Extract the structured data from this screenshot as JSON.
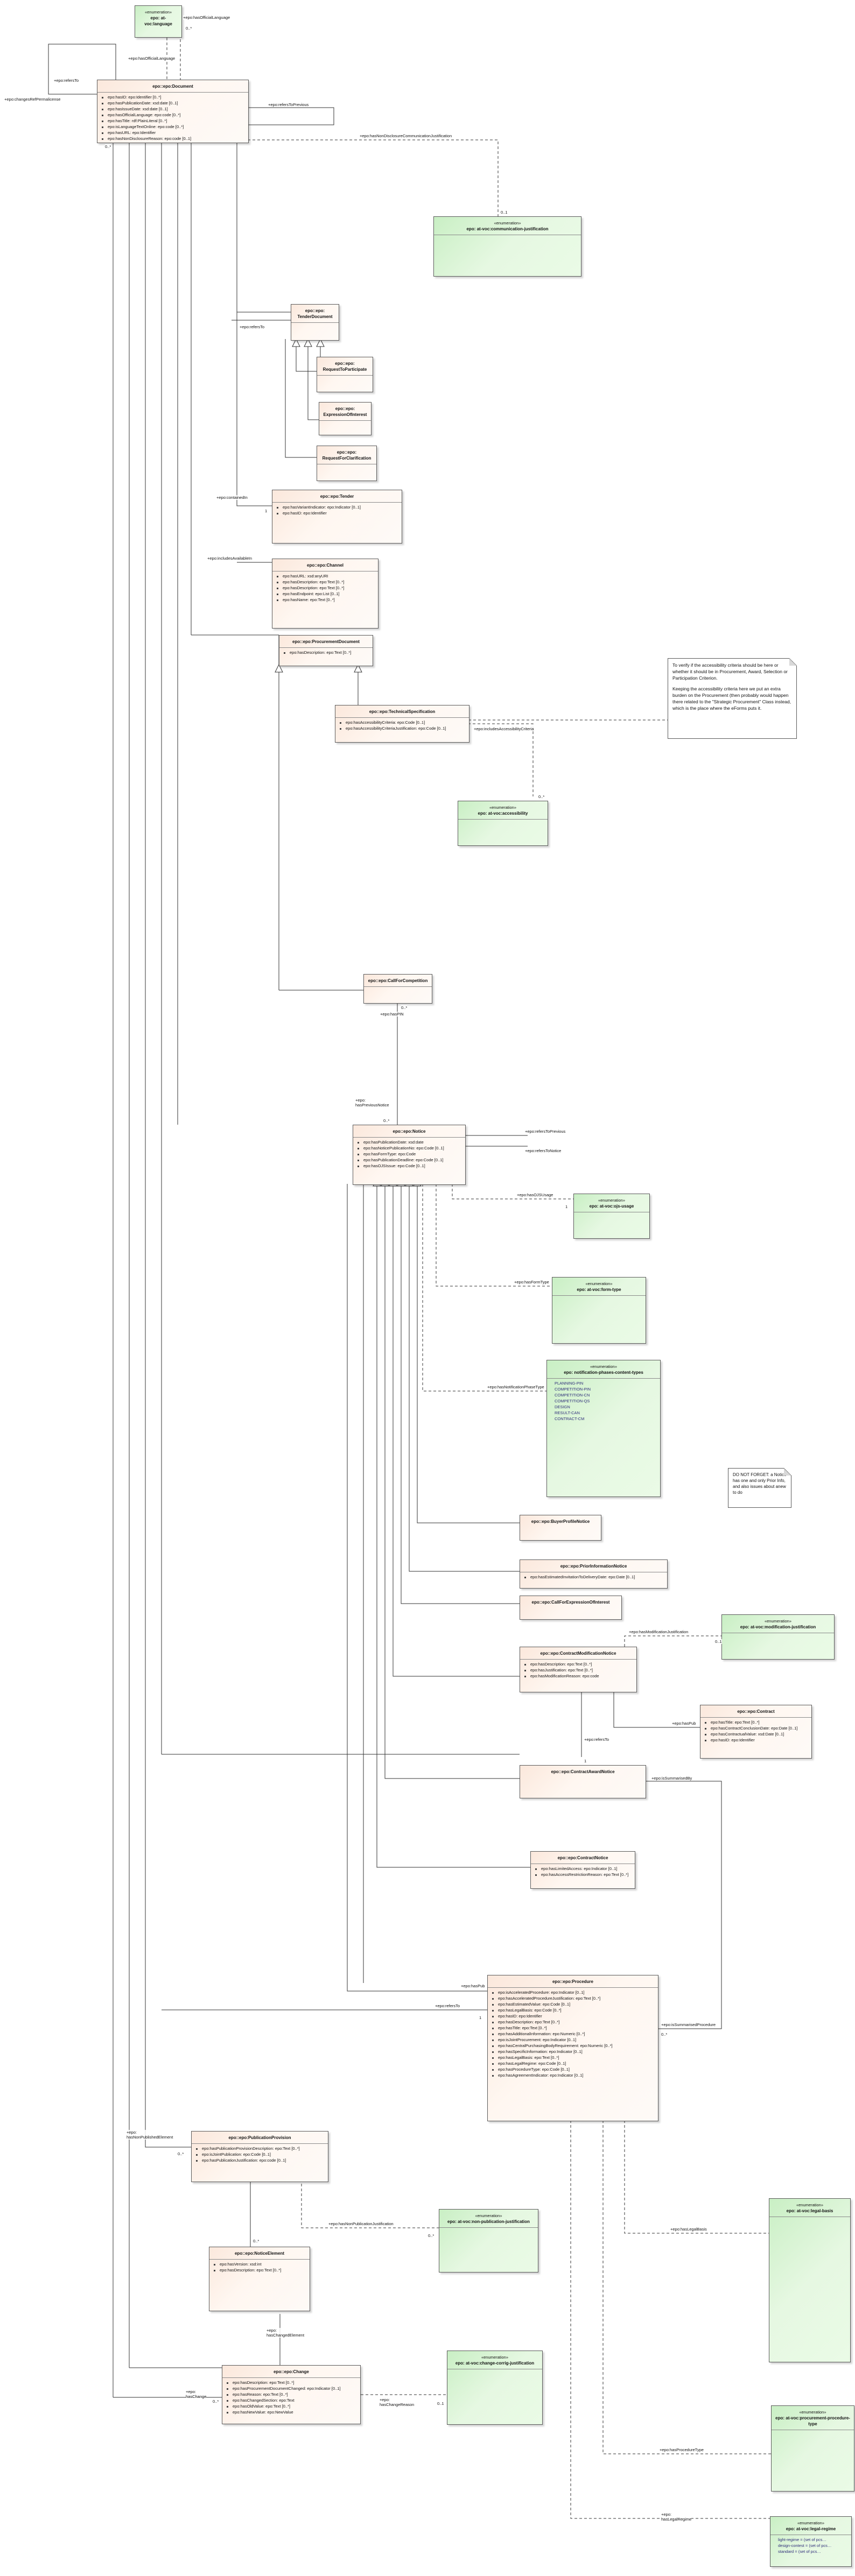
{
  "classes": {
    "language": {
      "stereotype": "«enumeration»",
      "name": "epo: at-voc:language"
    },
    "document": {
      "name": "epo::epo:Document",
      "attributes": [
        "epo:hasID: epo:Identifier [0..*]",
        "epo:hasPublicationDate: xsd:date [0..1]",
        "epo:hasIssueDate: xsd:date [0..1]",
        "epo:hasOfficialLanguage: epo:code [0..*]",
        "epo:hasTitle: rdf:PlainLiteral [0..*]",
        "epo:isLanguageTextOnline: epo:code [0..*]",
        "epo:hasURL: epo:Identifier",
        "epo:hasNonDisclosureReason: epo:code [0..1]"
      ]
    },
    "commJustification": {
      "stereotype": "«enumeration»",
      "name": "epo: at-voc:communication-justification"
    },
    "tenderDocument": {
      "name": "epo::epo: TenderDocument"
    },
    "requestToParticipate": {
      "name": "epo::epo: RequestToParticipate"
    },
    "expressionOfInterest": {
      "name": "epo::epo: ExpressionOfInterest"
    },
    "requestForClarification": {
      "name": "epo::epo: RequestForClarification"
    },
    "tender": {
      "name": "epo::epo:Tender",
      "attributes": [
        "epo:hasVariantIndicator: epo:Indicator [0..1]",
        "epo:hasID: epo:Identifier"
      ]
    },
    "channel": {
      "name": "epo::epo:Channel",
      "attributes": [
        "epo:hasURL: xsd:anyURI",
        "epo:hasDescription: epo:Text [0..*]",
        "epo:hasDescription: epo:Text [0..*]",
        "epo:hasEndpoint: epo:List [0..1]",
        "epo:hasName: epo:Text [0..*]"
      ]
    },
    "procurementDocument": {
      "name": "epo::epo:ProcurementDocument",
      "attributes": [
        "epo:hasDescription: epo:Text [0..*]"
      ]
    },
    "technicalSpec": {
      "name": "epo::epo:TechnicalSpecification",
      "attributes": [
        "epo:hasAccessibilityCriteria: epo:Code [0..1]",
        "epo:hasAccessibilityCriteriaJustification: epo:Code [0..1]"
      ]
    },
    "accessibility": {
      "stereotype": "«enumeration»",
      "name": "epo: at-voc:accessibility"
    },
    "callForCompetition": {
      "name": "epo::epo:CallForCompetition"
    },
    "notice": {
      "name": "epo::epo:Notice",
      "attributes": [
        "epo:hasPublicationDate: xsd:date",
        "epo:hasNoticePublicationNo: epo:Code [0..1]",
        "epo:hasFormType: epo:Code",
        "epo:hasPublicationDeadline: epo:Code [0..1]",
        "epo:hasOJSIssue: epo:Code [0..1]"
      ]
    },
    "noticeUsage": {
      "stereotype": "«enumeration»",
      "name": "epo: at-voc:ojs-usage"
    },
    "formType": {
      "stereotype": "«enumeration»",
      "name": "epo: at-voc:form-type"
    },
    "notifPhase": {
      "stereotype": "«enumeration»",
      "name": "epo: notification-phases-content-types",
      "literals": [
        "PLANNING-PIN",
        "COMPETITION-PIN",
        "COMPETITION-CN",
        "COMPETITION-QS",
        "DESIGN",
        "RESULT-CAN",
        "CONTRACT-CM"
      ]
    },
    "buyerProfileNotice": {
      "name": "epo::epo:BuyerProfileNotice"
    },
    "priorInformationNotice": {
      "name": "epo::epo:PriorInformationNotice",
      "attributes": [
        "epo:hasEstimatedInvitationToDeliveryDate: epo:Date [0..1]"
      ]
    },
    "callForExpression": {
      "name": "epo::epo:CallForExpressionOfInterest"
    },
    "contractModificationNotice": {
      "name": "epo::epo:ContractModificationNotice",
      "attributes": [
        "epo:hasDescription: epo:Text [0..*]",
        "epo:hasJustification: epo:Text [0..*]",
        "epo:hasModificationReason: epo:code"
      ]
    },
    "modificationJustification": {
      "stereotype": "«enumeration»",
      "name": "epo: at-voc:modification-justification"
    },
    "contract": {
      "name": "epo::epo:Contract",
      "attributes": [
        "epo:hasTitle: epo:Text [0..*]",
        "epo:hasContractConclusionDate: epo:Date [0..1]",
        "epo:hasContractualValue: xsd:Date [0..1]",
        "epo:hasID: epo:Identifier"
      ]
    },
    "contractAwardNotice": {
      "name": "epo::epo:ContractAwardNotice"
    },
    "contractNotice": {
      "name": "epo::epo:ContractNotice",
      "attributes": [
        "epo:hasLimitedAccess: epo:Indicator [0..1]",
        "epo:hasAccessRestrictionReason: epo:Text [0..*]"
      ]
    },
    "procedure": {
      "name": "epo::epo:Procedure",
      "attributes": [
        "epo:isAcceleratedProcedure: epo:Indicator [0..1]",
        "epo:hasAcceleratedProcedureJustification: epo:Text [0..*]",
        "epo:hasEstimatedValue: epo:Code [0..1]",
        "epo:hasLegalBasis: epo:Code [0..*]",
        "epo:hasID: epo:Identifier",
        "epo:hasDescription: epo:Text [0..*]",
        "epo:hasTitle: epo:Text [0..*]",
        "epo:hasAdditionalInformation: epo:Numeric [0..*]",
        "epo:isJointProcurement: epo:Indicator [0..1]",
        "epo:hasCentralPurchasingBodyRequirement: epo:Numeric [0..*]",
        "epo:hasSpecificInformation: epo:Indicator [0..1]",
        "epo:hasLegalBasis: epo:Text [0..*]",
        "epo:hasLegalRegime: epo:Code [0..1]",
        "epo:hasProcedureType: epo:Code [0..1]",
        "epo:hasAgreementIndicator: epo:Indicator [0..1]"
      ]
    },
    "publicationProvision": {
      "name": "epo::epo:PublicationProvision",
      "attributes": [
        "epo:hasPublicationProvisionDescription: epo:Text [0..*]",
        "epo:isJointPublication: epo:Code [0..1]",
        "epo:hasPublicationJustification: epo:code [0..1]"
      ]
    },
    "nonPublicationJustification": {
      "stereotype": "«enumeration»",
      "name": "epo: at-voc:non-publication-justification"
    },
    "noticeElement": {
      "name": "epo::epo:NoticeElement",
      "attributes": [
        "epo:hasVersion: xsd:int",
        "epo:hasDescription: epo:Text [0..*]"
      ]
    },
    "change": {
      "name": "epo::epo:Change",
      "attributes": [
        "epo:hasDescription: epo:Text [0..*]",
        "epo:hasProcurementDocumentChanged: epo:Indicator [0..1]",
        "epo:hasReason: epo:Text [0..*]",
        "epo:hasChangedSection: epo:Text",
        "epo:hasOldValue: epo:Text [0..*]",
        "epo:hasNewValue: epo:NewValue"
      ]
    },
    "changeJustification": {
      "stereotype": "«enumeration»",
      "name": "epo: at-voc:change-corrig-justification"
    },
    "legalBasis": {
      "stereotype": "«enumeration»",
      "name": "epo: at-voc:legal-basis"
    },
    "procedureType": {
      "stereotype": "«enumeration»",
      "name": "epo: at-voc:procurement-procedure-type"
    },
    "legalRegime": {
      "stereotype": "«enumeration»",
      "name": "epo: at-voc:legal-regime",
      "literals": [
        "light-regime = (set of pcs…",
        "design-contest = (set of pcs…",
        "standard = (set of pcs…"
      ]
    }
  },
  "notes": {
    "accessibility": [
      "To verify if the accessibility criteria should be here or whether it should be in Procurement, Award, Selection or Participation Criterion.",
      "Keeping the accessibility criteria here we put an extra burden on the Procurement (then probably would happen there related to the \"Strategic Procurement\" Class instead, which is the place where the eForms puts it."
    ],
    "forget": [
      "DO NOT FORGET: a Notice has one and only Prior Info, and also issues about anew to do"
    ]
  },
  "relations": {
    "hasOfficialLanguage": "+epo:hasOfficialLanguage",
    "hasTitleLanguage": "+epo:hasOfficialLanguage",
    "refersToPrevious": "+epo:refersToPrevious",
    "refersTo_doc": "+epo:refersTo",
    "changeRefNotice": "+epo:changesRefPermalicense",
    "hasNonDisclosure": "+epo:hasNonDisclosureCommunicationJustification",
    "refersTo_tender": "+epo:refersTo",
    "containedIn": "+epo:containedIn",
    "includesAvailable": "+epo:includesAvailableIn",
    "includesAccessibility": "+epo:includesAccessibilityCriteria",
    "hasPIN": "+epo:hasPIN",
    "ptoticeTransmission": "+epo:\nhasPreviousNotice",
    "refersPrevious2": "+epo:refersToPrevious",
    "refersPrevious3": "+epo:refersToNotice",
    "isNoticeUsage": "+epo:hasOJSUsage",
    "hasFormType": "+epo:hasFormType",
    "hasNotifPhase": "+epo:hasNotificationPhaseType",
    "hasModJustification": "+epo:hasModificationJustification",
    "hasAward": "+epo:hasPub",
    "refersToContract": "+epo:refersTo",
    "isSummarisedBy": "+epo:isSummarisedBy",
    "hasPub": "+epo:hasPub",
    "refersTo_proc": "+epo:refersTo",
    "isSummarisedProc": "+epo:isSummarisedProcedure",
    "hasPublishedElement": "+epo:\nhasNonPublishedElement",
    "hasNonPubJust": "+epo:hasNonPublicationJustification",
    "hasChangedElement": "+epo:\nhasChangedElement",
    "hasChange": "+epo:\nhasChange",
    "hasChangeJust": "+epo:\nhasChangeReason",
    "hasLegalBasis": "+epo:hasLegalBasis",
    "hasProcedureType": "+epo:hasProcedureType",
    "hasLegalRegime": "+epo:\nhasLegalRegime"
  },
  "multiplicities": {
    "m01": "0..1",
    "m0n": "0..*",
    "m1": "1",
    "m1n": "1..*"
  },
  "colors": {
    "class_fill": "#fbe8dc",
    "enum_fill": "#d6f4d1",
    "border": "#5a5a5a",
    "line": "#333333"
  }
}
